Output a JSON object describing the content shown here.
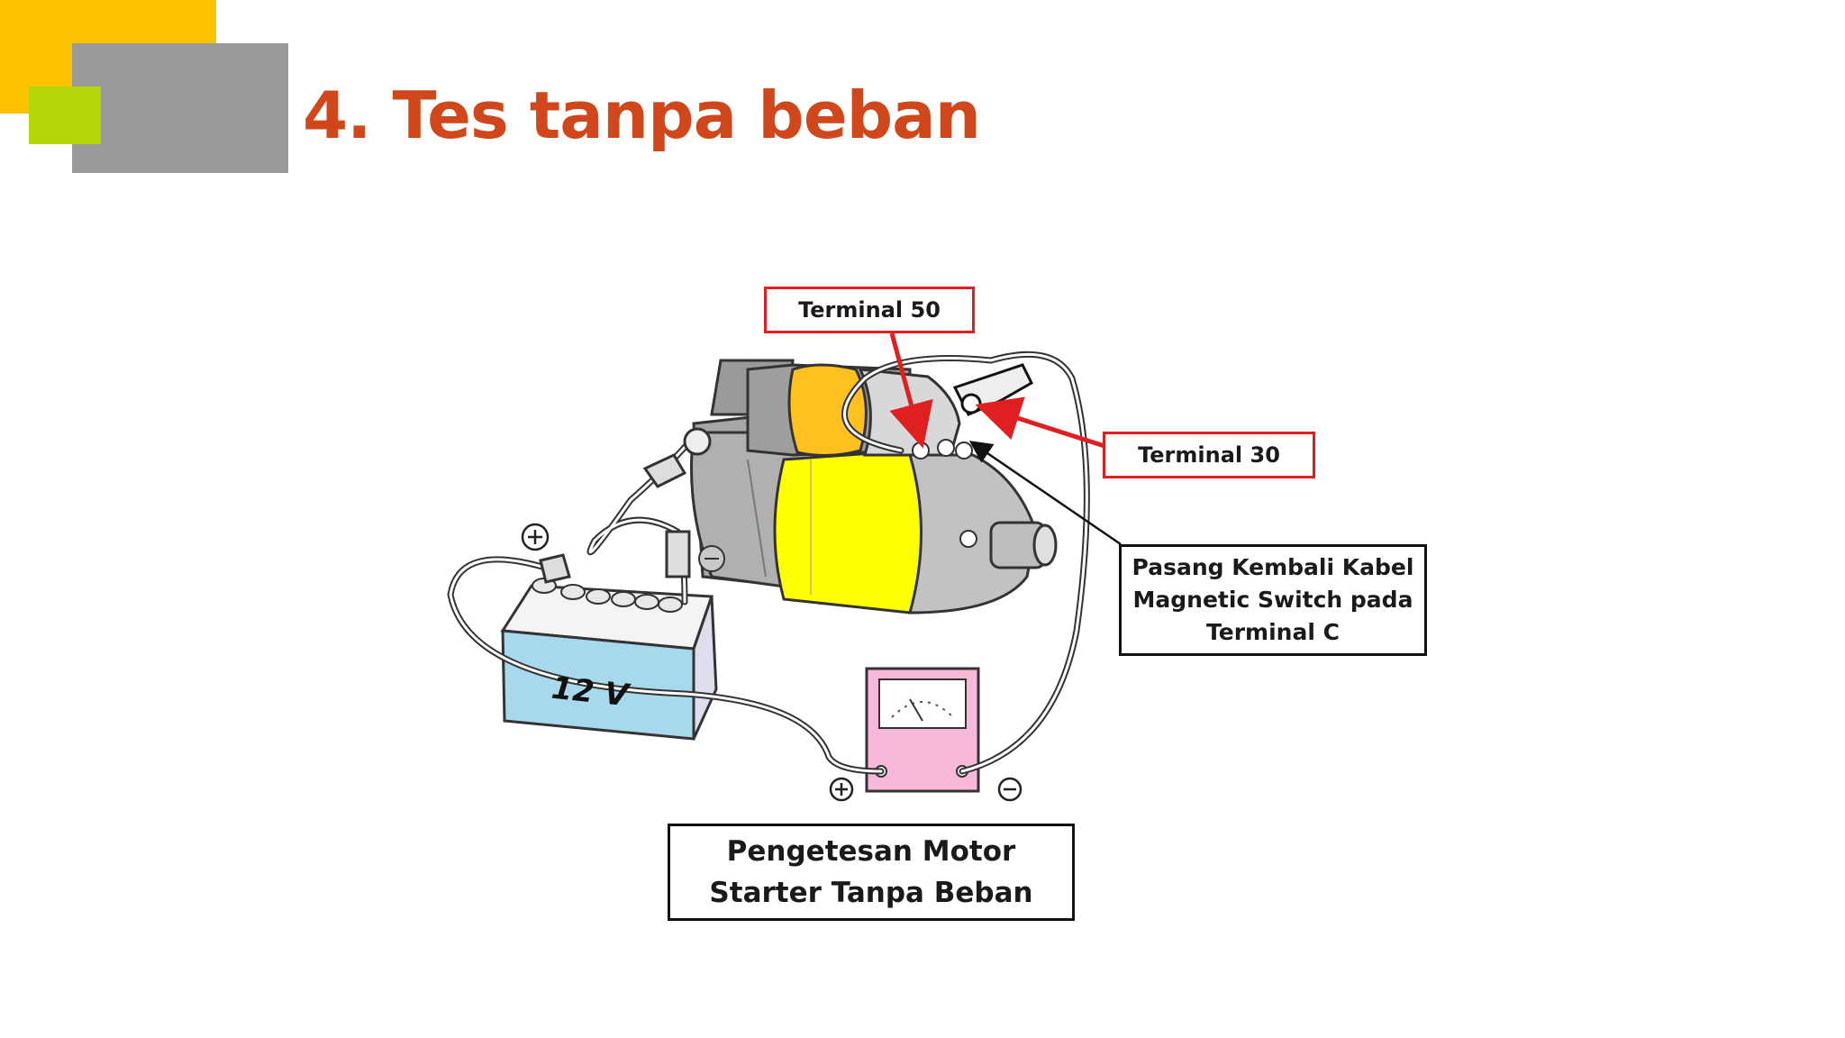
{
  "slide": {
    "title": "4. Tes tanpa beban"
  },
  "diagram": {
    "terminal_50_label": "Terminal 50",
    "terminal_30_label": "Terminal 30",
    "terminal_c_note": "Pasang Kembali Kabel Magnetic Switch pada Terminal C",
    "battery_label": "12 V",
    "caption": "Pengetesan Motor Starter Tanpa Beban"
  },
  "colors": {
    "title": "#d0471b",
    "accent_yellow": "#ffc000",
    "accent_green": "#b5d80d",
    "accent_gray": "#9a9a9a",
    "callout_red": "#e02020",
    "motor_yellow": "#ffff00",
    "solenoid_orange": "#ffc020",
    "battery_blue": "#a8d8ec",
    "meter_pink": "#f8b8d8"
  }
}
